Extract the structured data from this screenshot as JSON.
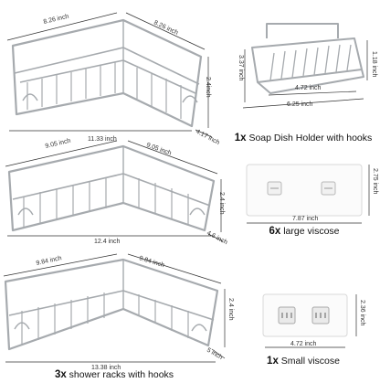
{
  "shelves": [
    {
      "left_len": "8.26 inch",
      "right_len": "8.26 inch",
      "height": "2.4inch",
      "depth": "4.17 inch",
      "width": "11.33 inch"
    },
    {
      "left_len": "9.05 inch",
      "right_len": "9.05 inch",
      "height": "2.4 inch",
      "depth": "4.6 inch",
      "width": "12.4 inch"
    },
    {
      "left_len": "9.84 inch",
      "right_len": "9.84 inch",
      "height": "2.4 inch",
      "depth": "5 inch",
      "width": "13.38 inch"
    }
  ],
  "soap_dish": {
    "height_left": "3.37 inch",
    "height_right": "1.18 inch",
    "inner_width": "4.72 inch",
    "outer_width": "6.25 inch",
    "qty": "1x",
    "label": "Soap Dish Holder with hooks"
  },
  "large_viscose": {
    "height": "2.75 inch",
    "width": "7.87 inch",
    "qty": "6x",
    "label": "large viscose"
  },
  "small_viscose": {
    "height": "2.36 inch",
    "width": "4.72 inch",
    "qty": "1x",
    "label": "Small viscose"
  },
  "racks_caption": {
    "qty": "3x",
    "label": "shower racks with hooks"
  },
  "colors": {
    "metal": "#9a9ea3",
    "metal_light": "#d6d9dc",
    "dim_line": "#333333"
  }
}
